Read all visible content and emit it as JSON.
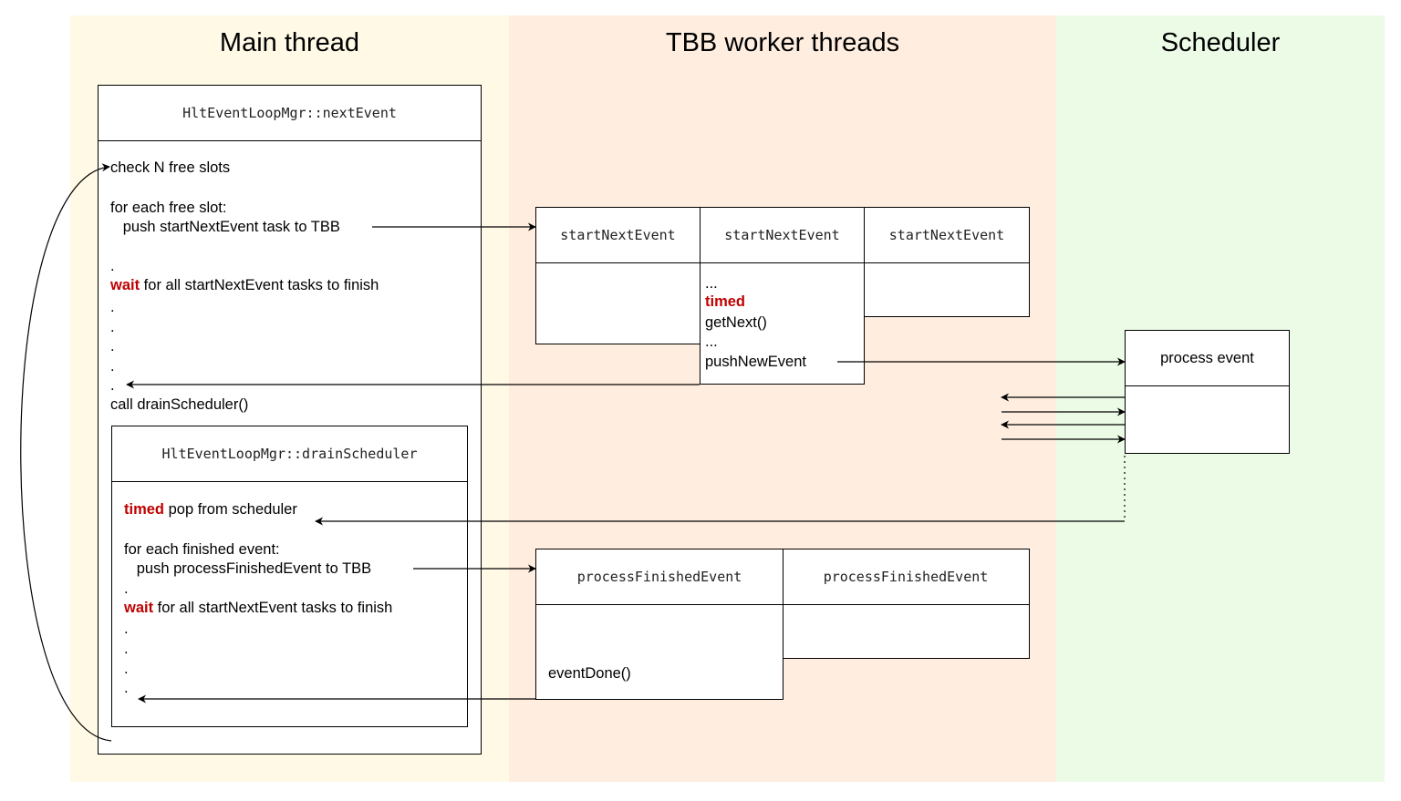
{
  "lanes": {
    "main": {
      "title": "Main thread",
      "color": "#fff9e6"
    },
    "tbb": {
      "title": "TBB worker threads",
      "color": "#ffeee0"
    },
    "scheduler": {
      "title": "Scheduler",
      "color": "#ebfbe6"
    }
  },
  "next_event": {
    "header": "HltEventLoopMgr::nextEvent",
    "check_slots": "check N free slots",
    "for_each_free": "for each free slot:",
    "push_start": "   push startNextEvent task to TBB",
    "dot1": ".",
    "wait_kw": "wait",
    "wait_rest": " for all startNextEvent tasks to finish",
    "dots_a": [
      ".",
      ".",
      ".",
      ".",
      "."
    ],
    "call_drain": "call drainScheduler()"
  },
  "drain": {
    "header": "HltEventLoopMgr::drainScheduler",
    "timed_kw": "timed",
    "pop_rest": " pop from scheduler",
    "for_each_finished": "for each finished event:",
    "push_process": "   push processFinishedEvent to TBB",
    "dot1": ".",
    "wait_kw": "wait",
    "wait_rest": " for all startNextEvent tasks to finish",
    "dots_b": [
      ".",
      ".",
      ".",
      "."
    ]
  },
  "start_tasks": {
    "headers": [
      "startNextEvent",
      "startNextEvent",
      "startNextEvent"
    ],
    "body_ellipsis_1": "...",
    "timed_kw": "timed",
    "get_next": "getNext()",
    "body_ellipsis_2": "...",
    "push_new": "pushNewEvent"
  },
  "finished_tasks": {
    "headers": [
      "processFinishedEvent",
      "processFinishedEvent"
    ],
    "event_done": "eventDone()"
  },
  "scheduler_box": {
    "header": "process event"
  },
  "colors": {
    "keyword": "#c00000"
  }
}
